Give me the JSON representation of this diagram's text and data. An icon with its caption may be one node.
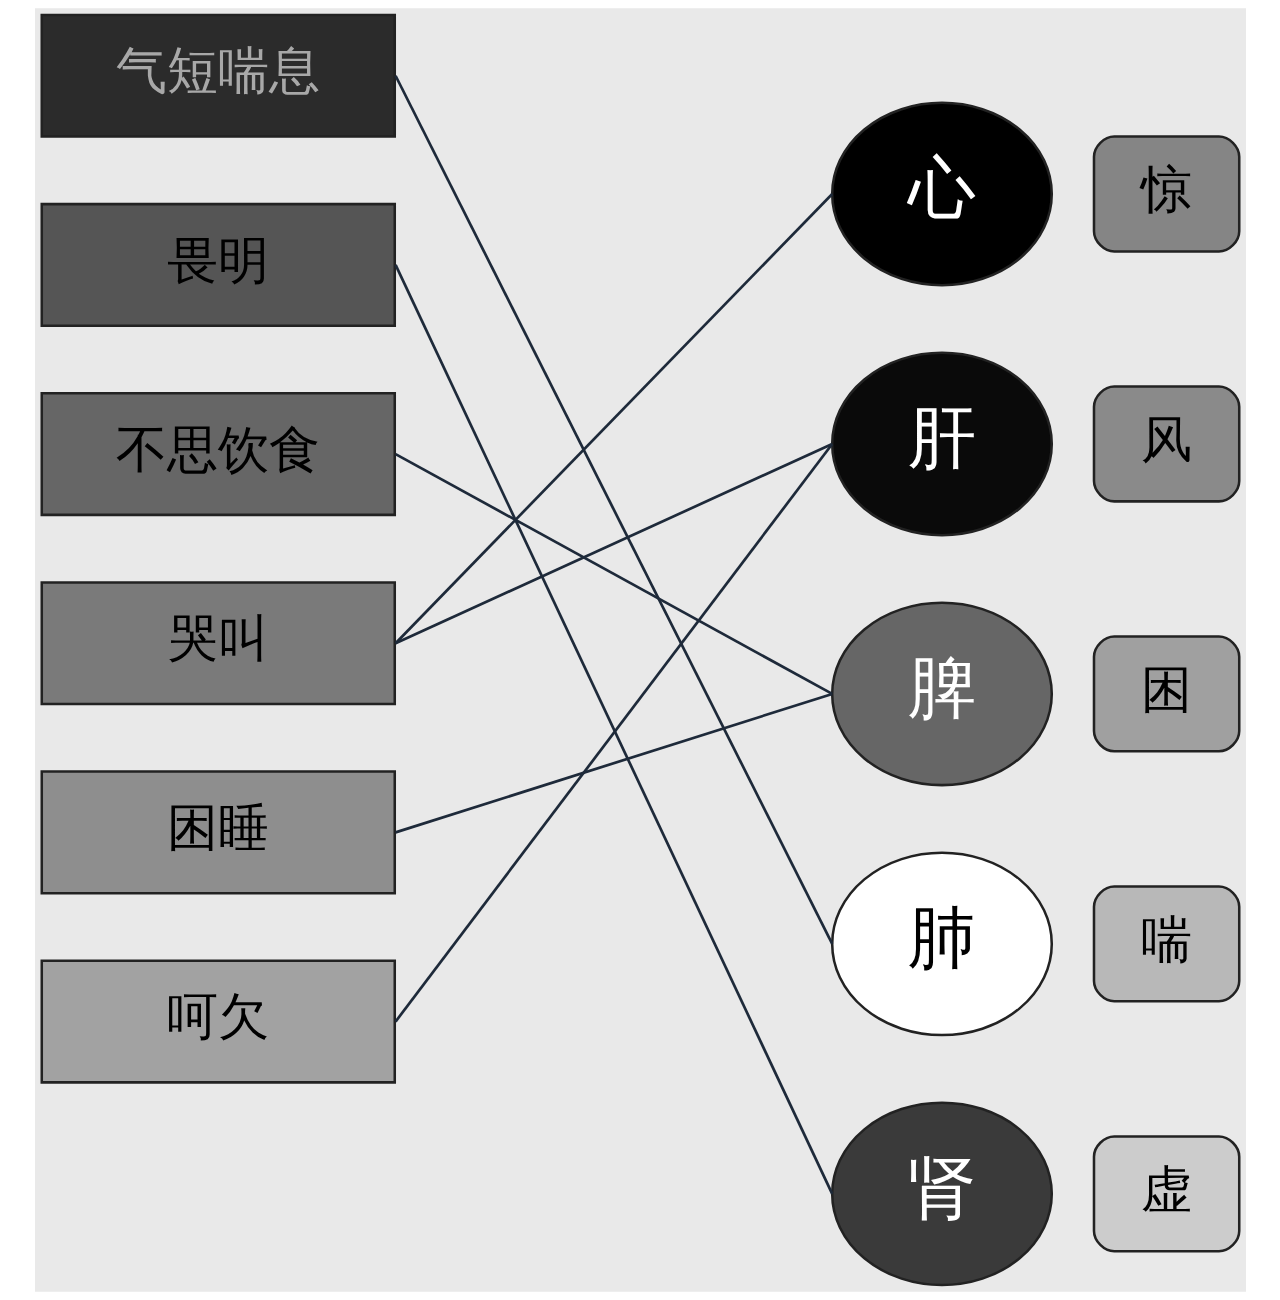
{
  "diagram": {
    "nodes": [
      {
        "text": [
          "气短喘息"
        ]
      },
      {
        "text": [
          "畏明"
        ]
      },
      {
        "text": [
          "不思饮食"
        ]
      },
      {
        "text": [
          "哭叫"
        ]
      },
      {
        "text": [
          "困睡"
        ]
      },
      {
        "text": [
          "呵欠"
        ]
      },
      {
        "text": [
          "心"
        ]
      },
      {
        "text": [
          "惊"
        ]
      },
      {
        "text": [
          "肝"
        ]
      },
      {
        "text": [
          "风"
        ]
      },
      {
        "text": [
          "脾"
        ]
      },
      {
        "text": [
          "困"
        ]
      },
      {
        "text": [
          "肺"
        ]
      },
      {
        "text": [
          "喘"
        ]
      },
      {
        "text": [
          "肾"
        ]
      },
      {
        "text": [
          "虚"
        ]
      }
    ],
    "edges": [
      {
        "from": 0,
        "to": 12,
        "arrow": "none"
      },
      {
        "from": 1,
        "to": 14,
        "arrow": "none"
      },
      {
        "from": 2,
        "to": 10,
        "arrow": "none"
      },
      {
        "from": 3,
        "to": 6,
        "arrow": "none"
      },
      {
        "from": 3,
        "to": 8,
        "arrow": "none"
      },
      {
        "from": 4,
        "to": 10,
        "arrow": "none"
      },
      {
        "from": 5,
        "to": 8,
        "arrow": "none"
      }
    ]
  }
}
